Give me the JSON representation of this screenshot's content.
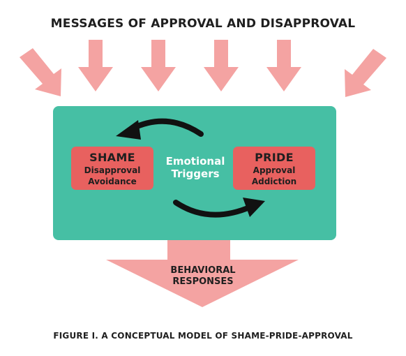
{
  "title": "MESSAGES OF APPROVAL AND DISAPPROVAL",
  "shame": {
    "heading": "SHAME",
    "line1": "Disapproval",
    "line2": "Avoidance"
  },
  "pride": {
    "heading": "PRIDE",
    "line1": "Approval",
    "line2": "Addiction"
  },
  "center": {
    "line1": "Emotional",
    "line2": "Triggers"
  },
  "output": {
    "line1": "BEHAVIORAL",
    "line2": "RESPONSES"
  },
  "caption": "FIGURE I. A CONCEPTUAL MODEL OF SHAME-PRIDE-APPROVAL",
  "colors": {
    "incoming_arrows": "#f4a3a2",
    "panel": "#46bfa4",
    "boxes": "#e8615f",
    "cycle_arrows": "#111111"
  }
}
